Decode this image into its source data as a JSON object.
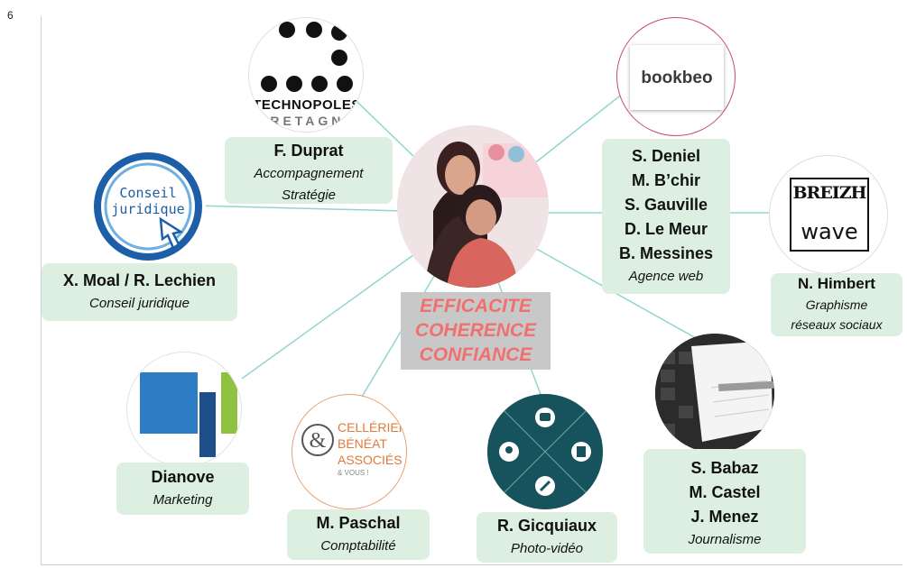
{
  "page_number": "6",
  "center": {
    "values": [
      "EFFICACITE",
      "COHERENCE",
      "CONFIANCE"
    ]
  },
  "nodes": {
    "technopoles": {
      "logo_text": "TECHNOPOLES",
      "logo_text2": "BRETAGNE",
      "names": [
        "F. Duprat"
      ],
      "roles": [
        "Accompagnement",
        "Stratégie"
      ]
    },
    "bookbeo": {
      "logo_text": "bookbeo",
      "names": [
        "S. Deniel",
        "M. B’chir",
        "S. Gauville",
        "D. Le Meur",
        "B. Messines"
      ],
      "roles": [
        "Agence web"
      ]
    },
    "conseil": {
      "logo_text": [
        "Conseil",
        "juridique"
      ],
      "names": [
        "X. Moal / R. Lechien"
      ],
      "roles": [
        "Conseil juridique"
      ]
    },
    "breizh": {
      "logo_text": [
        "BREIZH",
        "wave"
      ],
      "names": [
        "N. Himbert"
      ],
      "roles": [
        "Graphisme",
        "réseaux sociaux"
      ]
    },
    "dianove": {
      "names": [
        "Dianove"
      ],
      "roles": [
        "Marketing"
      ]
    },
    "cellerier": {
      "logo_text": [
        "CELLÉRIER",
        "BÉNÉAT",
        "ASSOCIÉS",
        "& VOUS !"
      ],
      "names": [
        "M. Paschal"
      ],
      "roles": [
        "Comptabilité"
      ]
    },
    "gicquiaux": {
      "names": [
        "R. Gicquiaux"
      ],
      "roles": [
        "Photo-vidéo"
      ]
    },
    "journalisme": {
      "names": [
        "S. Babaz",
        "M. Castel",
        "J. Menez"
      ],
      "roles": [
        "Journalisme"
      ]
    }
  }
}
